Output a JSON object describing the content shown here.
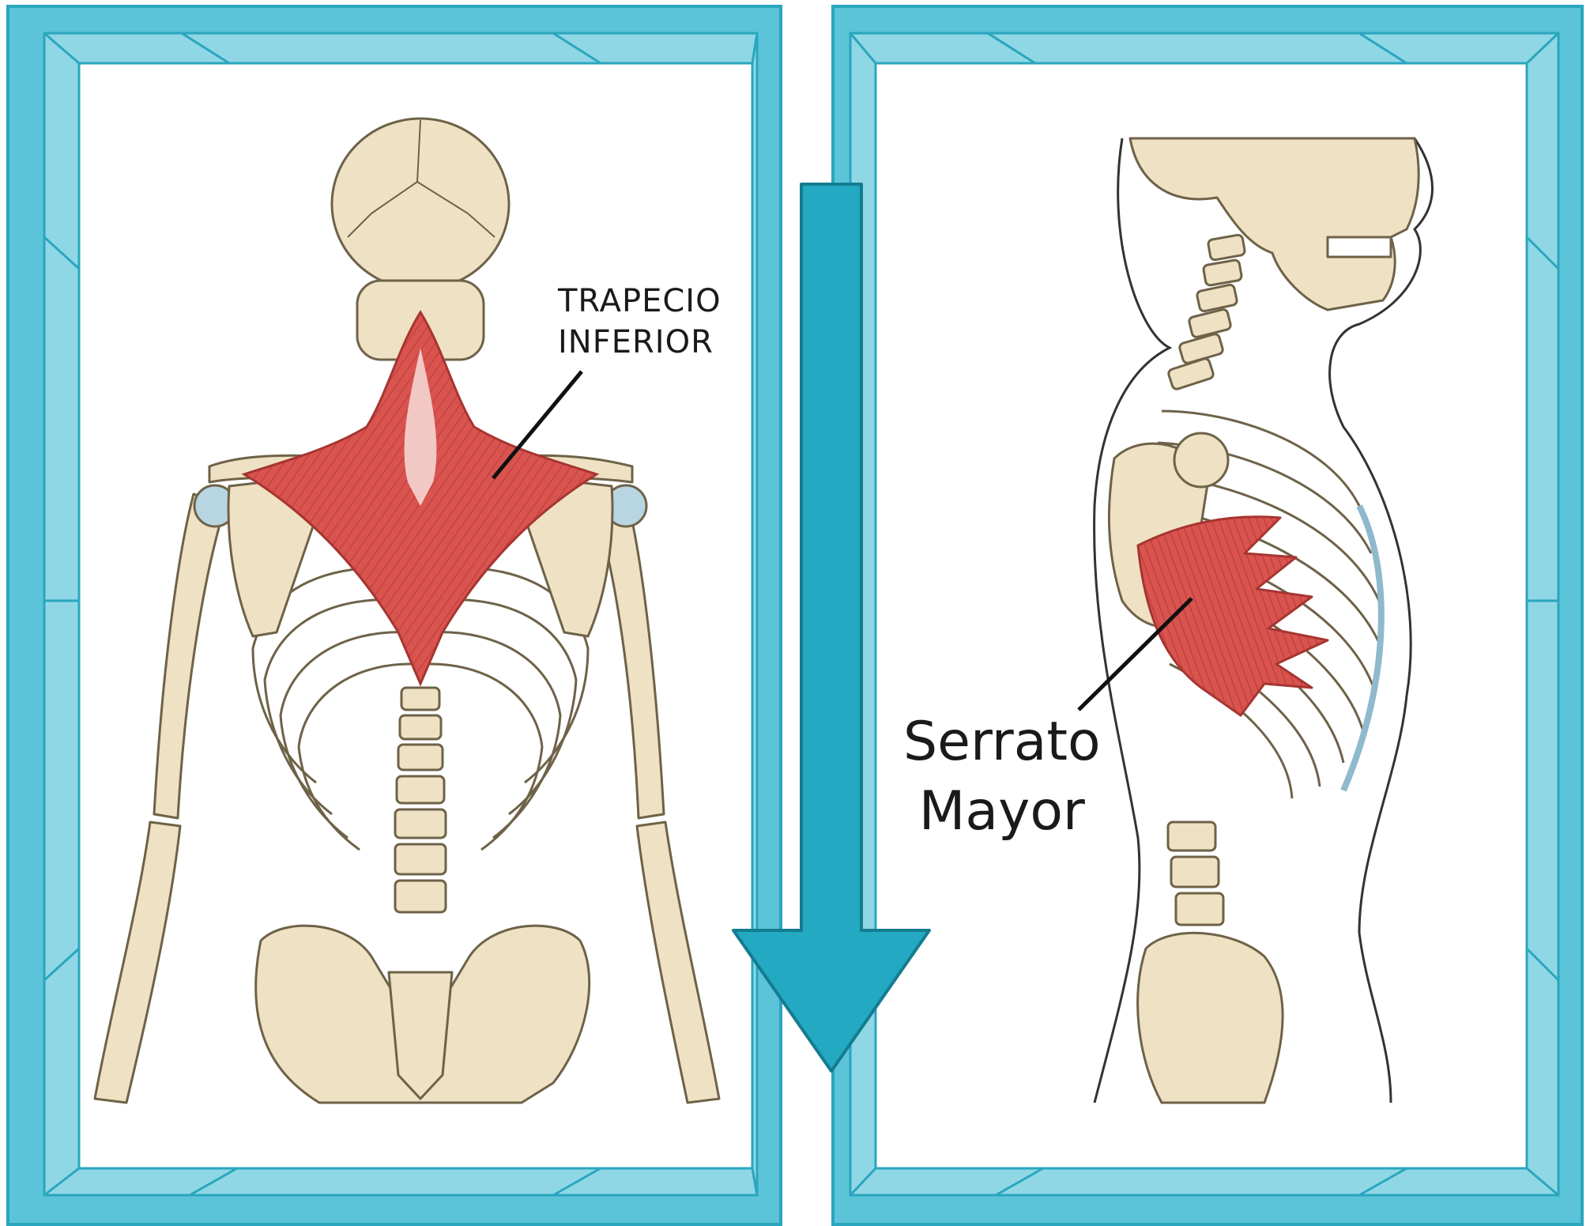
{
  "panels": [
    {
      "view": "posterior",
      "label": [
        "TRAPECIO",
        "INFERIOR"
      ],
      "muscle_color": "#d9534f"
    },
    {
      "view": "lateral",
      "label": [
        "Serrato",
        "Mayor"
      ],
      "muscle_color": "#d9534f"
    }
  ],
  "colors": {
    "frame": "#5cc4d8",
    "frame_dark": "#2aa6be",
    "arrow": "#23a9c2",
    "bone": "#efe2c4",
    "bone_stroke": "#6e6248",
    "muscle": "#d9534f",
    "cartilage": "#b8d6e2"
  },
  "icons": {
    "arrow": "arrow-down-icon"
  }
}
